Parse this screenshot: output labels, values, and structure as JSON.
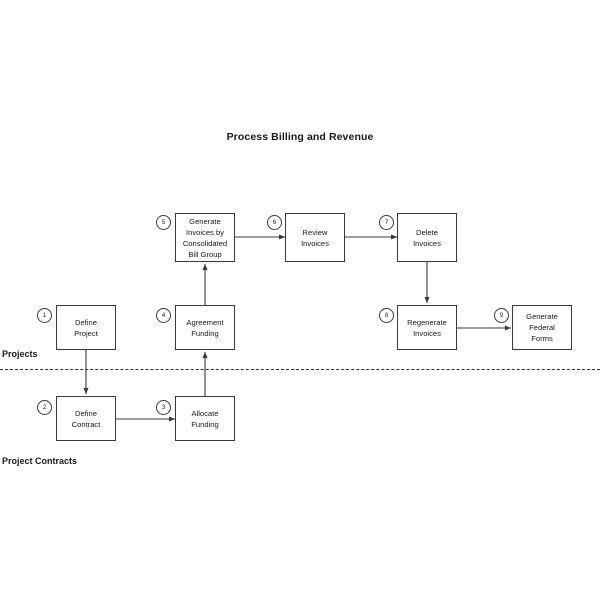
{
  "diagram": {
    "title": "Process Billing and Revenue",
    "type": "flowchart",
    "lanes": [
      {
        "id": "projects",
        "label": "Projects"
      },
      {
        "id": "project-contracts",
        "label": "Project Contracts"
      }
    ],
    "nodes": [
      {
        "id": "define-project",
        "step": "1",
        "label": "Define\nProject",
        "lane": "projects"
      },
      {
        "id": "define-contract",
        "step": "2",
        "label": "Define\nContract",
        "lane": "project-contracts"
      },
      {
        "id": "allocate-funding",
        "step": "3",
        "label": "Allocate\nFunding",
        "lane": "project-contracts"
      },
      {
        "id": "agreement-funding",
        "step": "4",
        "label": "Agreement\nFunding",
        "lane": "projects"
      },
      {
        "id": "generate-invoices",
        "step": "5",
        "label": "Generate\nInvoices by\nConsolidated\nBill Group",
        "lane": "projects"
      },
      {
        "id": "review-invoices",
        "step": "6",
        "label": "Review\nInvoices",
        "lane": "projects"
      },
      {
        "id": "delete-invoices",
        "step": "7",
        "label": "Delete\nInvoices",
        "lane": "projects"
      },
      {
        "id": "regenerate-invoices",
        "step": "8",
        "label": "Regenerate\nInvoices",
        "lane": "projects"
      },
      {
        "id": "generate-federal-forms",
        "step": "9",
        "label": "Generate\nFederal\nForms",
        "lane": "projects"
      }
    ],
    "edges": [
      {
        "from": "define-project",
        "to": "define-contract",
        "direction": "down"
      },
      {
        "from": "define-contract",
        "to": "allocate-funding",
        "direction": "right"
      },
      {
        "from": "allocate-funding",
        "to": "agreement-funding",
        "direction": "up"
      },
      {
        "from": "agreement-funding",
        "to": "generate-invoices",
        "direction": "up"
      },
      {
        "from": "generate-invoices",
        "to": "review-invoices",
        "direction": "right"
      },
      {
        "from": "review-invoices",
        "to": "delete-invoices",
        "direction": "right"
      },
      {
        "from": "delete-invoices",
        "to": "regenerate-invoices",
        "direction": "down"
      },
      {
        "from": "regenerate-invoices",
        "to": "generate-federal-forms",
        "direction": "right"
      }
    ],
    "colors": {
      "stroke": "#3a3a3a",
      "text": "#1a1a1a",
      "background": "#ffffff",
      "divider": "#2f2f2f"
    }
  }
}
